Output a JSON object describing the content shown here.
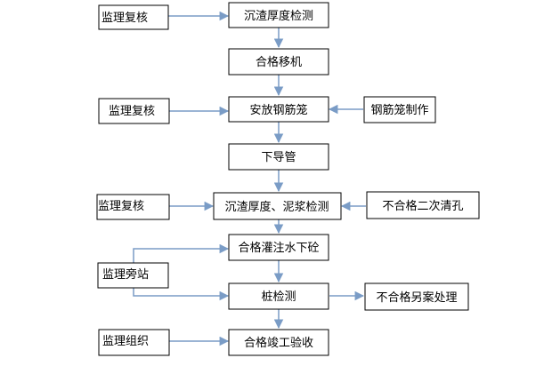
{
  "nodes": {
    "check1": "沉渣厚度检测",
    "move": "合格移机",
    "cage_place": "安放钢筋笼",
    "pipe": "下导管",
    "check2": "沉渣厚度、泥浆检测",
    "pour": "合格灌注水下砼",
    "pile_test": "桩检测",
    "accept": "合格竣工验收",
    "sup1": "监理复核",
    "sup2": "监理复核",
    "sup3": "监理复核",
    "sup_side": "监理旁站",
    "sup_org": "监理组织",
    "cage_make": "钢筋笼制作",
    "reclean": "不合格二次清孔",
    "fail_plan": "不合格另案处理"
  },
  "colors": {
    "arrow": "#7a9cc6",
    "border": "#000000"
  }
}
